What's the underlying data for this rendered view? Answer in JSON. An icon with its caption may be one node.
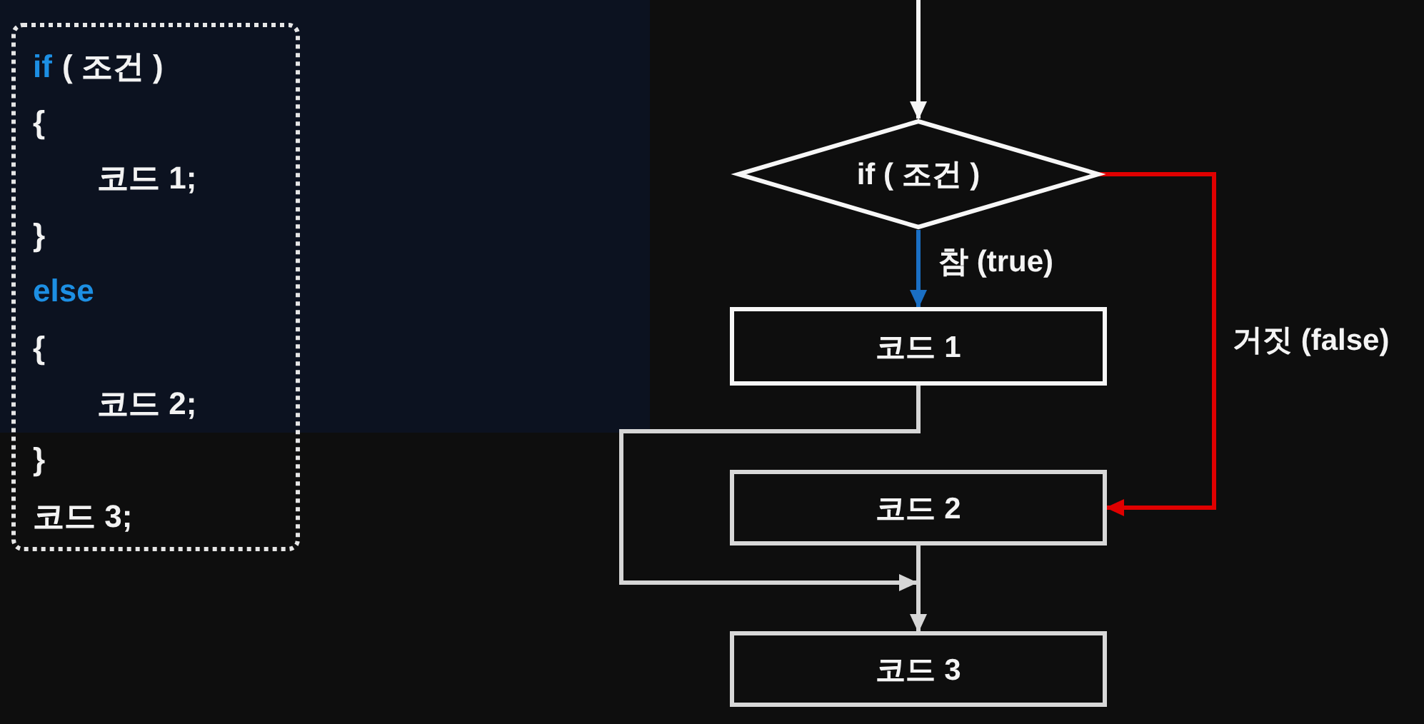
{
  "diagram": {
    "nodes": [
      {
        "text": [
          "if",
          "( 조건 )",
          "{",
          "코드 1;",
          "}",
          "else",
          "{",
          "코드 2;",
          "}",
          "코드 3;"
        ]
      },
      {
        "text": [
          "if ( 조건 )"
        ]
      },
      {
        "text": [
          "코드 1"
        ]
      },
      {
        "text": [
          "코드 2"
        ]
      },
      {
        "text": [
          "코드 3"
        ]
      }
    ],
    "edges": [
      {
        "from": null,
        "to": 1,
        "arrow": "to"
      },
      {
        "from": 1,
        "to": 2,
        "arrow": "to",
        "label": "참 (true)",
        "color": "#1a6fc4"
      },
      {
        "from": 1,
        "to": 3,
        "arrow": "to",
        "label": "거짓 (false)",
        "color": "#e00000"
      },
      {
        "from": 2,
        "to": 4,
        "arrow": "to"
      },
      {
        "from": 3,
        "to": 4,
        "arrow": "to"
      }
    ]
  }
}
